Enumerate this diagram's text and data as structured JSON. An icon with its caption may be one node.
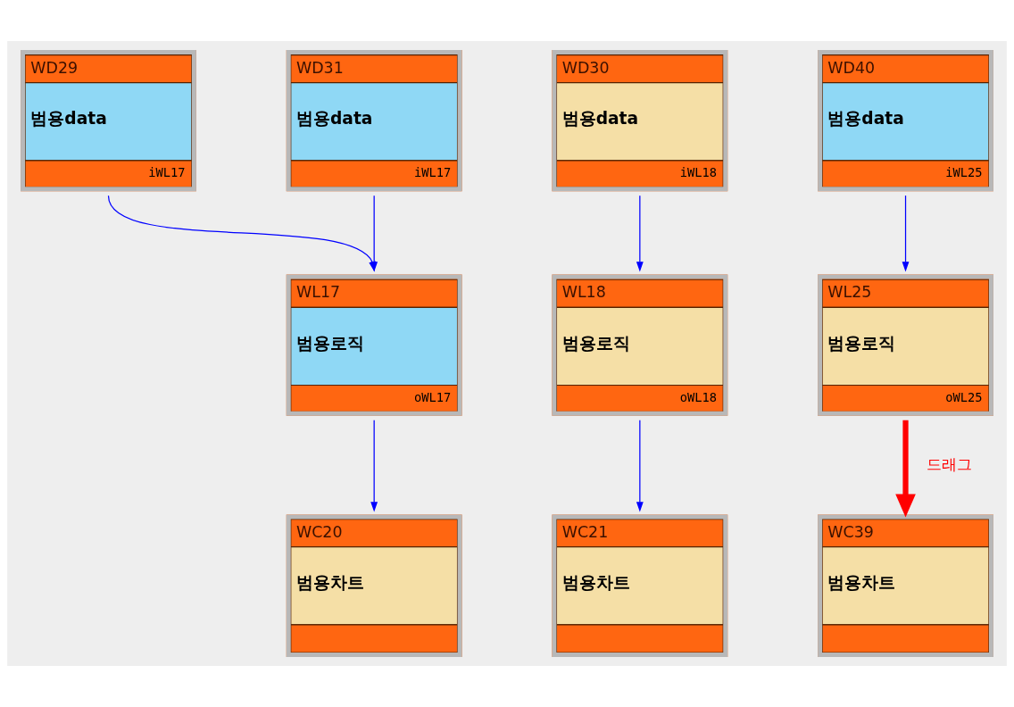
{
  "diagram": {
    "nodes": [
      {
        "text": [
          "WD29",
          "범용data",
          "iWL17"
        ]
      },
      {
        "text": [
          "WD31",
          "범용data",
          "iWL17"
        ]
      },
      {
        "text": [
          "WD30",
          "범용data",
          "iWL18"
        ]
      },
      {
        "text": [
          "WD40",
          "범용data",
          "iWL25"
        ]
      },
      {
        "text": [
          "WL17",
          "범용로직",
          "oWL17"
        ]
      },
      {
        "text": [
          "WL18",
          "범용로직",
          "oWL18"
        ]
      },
      {
        "text": [
          "WL25",
          "범용로직",
          "oWL25"
        ]
      },
      {
        "text": [
          "WC20",
          "범용차트"
        ]
      },
      {
        "text": [
          "WC21",
          "범용차트"
        ]
      },
      {
        "text": [
          "WC39",
          "범용차트"
        ]
      }
    ],
    "edges": [
      {
        "from": 0,
        "to": 4,
        "arrow": "to"
      },
      {
        "from": 1,
        "to": 4,
        "arrow": "to"
      },
      {
        "from": 2,
        "to": 5,
        "arrow": "to"
      },
      {
        "from": 3,
        "to": 6,
        "arrow": "to"
      },
      {
        "from": 4,
        "to": 7,
        "arrow": "to"
      },
      {
        "from": 5,
        "to": 8,
        "arrow": "to"
      },
      {
        "from": 6,
        "to": 9,
        "arrow": "to",
        "label": "드래그",
        "style": "thick",
        "color": "#ff0000"
      }
    ]
  }
}
